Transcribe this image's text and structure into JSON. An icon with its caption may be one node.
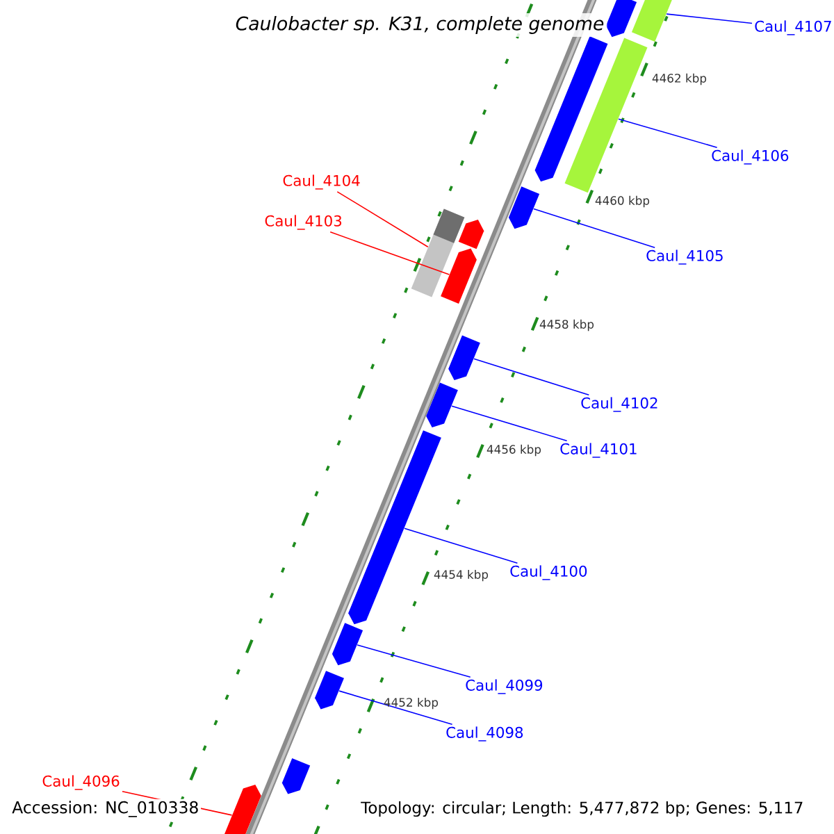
{
  "diagram": {
    "title": "Caulobacter sp. K31, complete genome",
    "nodes": [
      {
        "text": [
          "Caul_4107"
        ]
      },
      {
        "text": [
          "Caul_4106"
        ]
      },
      {
        "text": [
          "Caul_4105"
        ]
      },
      {
        "text": [
          "Caul_4104"
        ]
      },
      {
        "text": [
          "Caul_4103"
        ]
      },
      {
        "text": [
          "Caul_4102"
        ]
      },
      {
        "text": [
          "Caul_4101"
        ]
      },
      {
        "text": [
          "Caul_4100"
        ]
      },
      {
        "text": [
          "Caul_4099"
        ]
      },
      {
        "text": [
          "Caul_4098"
        ]
      },
      {
        "text": [
          "Caul_4096"
        ]
      },
      {
        "text": [],
        "shape": "pentagon"
      },
      {
        "text": [],
        "shape": "bar"
      },
      {
        "text": [],
        "shape": "pentagon"
      },
      {
        "text": [],
        "shape": "bar"
      },
      {
        "text": [],
        "shape": "pentagon"
      },
      {
        "text": [],
        "shape": "bar"
      },
      {
        "text": [],
        "shape": "pentagon"
      },
      {
        "text": [],
        "shape": "pentagon"
      },
      {
        "text": [],
        "shape": "pentagon"
      },
      {
        "text": [],
        "shape": "pentagon"
      },
      {
        "text": [],
        "shape": "pentagon"
      },
      {
        "text": [],
        "shape": "pentagon"
      },
      {
        "text": [],
        "shape": "pentagon"
      },
      {
        "text": [],
        "shape": "pentagon"
      },
      {
        "text": [],
        "shape": "pentagon"
      }
    ],
    "edges": [
      {
        "from": 0,
        "to": 12,
        "arrow": "none"
      },
      {
        "from": 1,
        "to": 14,
        "arrow": "none"
      },
      {
        "from": 2,
        "to": 15,
        "arrow": "none"
      },
      {
        "from": 3,
        "to": 16,
        "arrow": "none",
        "color": "#ff0000"
      },
      {
        "from": 4,
        "to": 18,
        "arrow": "none",
        "color": "#ff0000"
      },
      {
        "from": 5,
        "to": 19,
        "arrow": "none"
      },
      {
        "from": 6,
        "to": 20,
        "arrow": "none"
      },
      {
        "from": 7,
        "to": 21,
        "arrow": "none"
      },
      {
        "from": 8,
        "to": 22,
        "arrow": "none"
      },
      {
        "from": 9,
        "to": 23,
        "arrow": "none"
      },
      {
        "from": 10,
        "to": 25,
        "arrow": "none",
        "color": "#ff0000"
      }
    ],
    "labels": [
      "4462 kbp",
      "4460 kbp",
      "4458 kbp",
      "4456 kbp",
      "4454 kbp",
      "4452 kbp",
      "Accession: NC_010338",
      "Topology: circular; Length: 5,477,872 bp; Genes: 5,117"
    ]
  }
}
